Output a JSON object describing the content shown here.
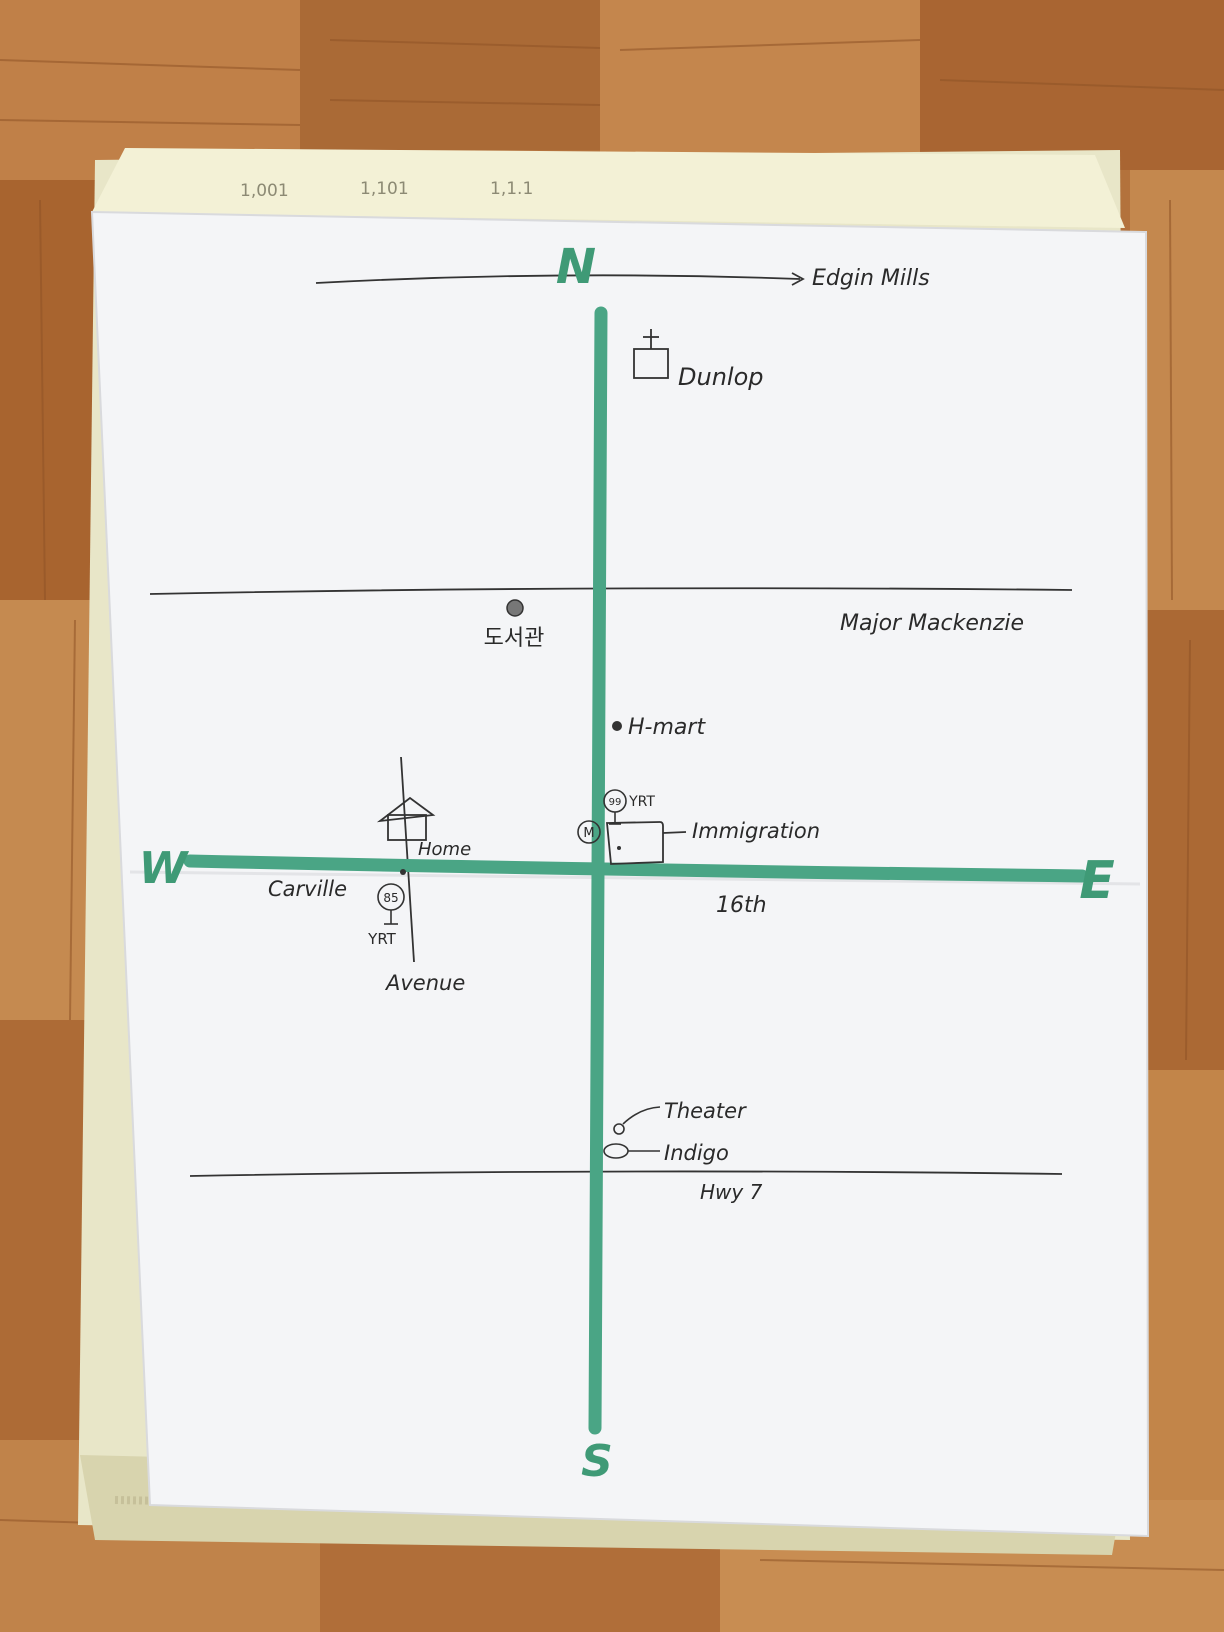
{
  "header_marks": [
    "1,001",
    "1,101",
    "1,1.1"
  ],
  "compass": {
    "north": "N",
    "south": "S",
    "west": "W",
    "east": "E"
  },
  "roads": {
    "top": "Edgin Mills",
    "upper": "Major Mackenzie",
    "cross": "16th",
    "lower": "Hwy 7",
    "side_top": "Carville",
    "side_bottom": "Avenue"
  },
  "places": {
    "church": "Dunlop",
    "library": "도서관",
    "mart": "H-mart",
    "home": "Home",
    "bus_stop_west_route": "85",
    "bus_stop_west_label": "YRT",
    "bus_stop_east_route": "99",
    "bus_stop_east_label": "YRT",
    "metro_symbol": "M",
    "immigration": "Immigration",
    "theater": "Theater",
    "indigo": "Indigo"
  },
  "colors": {
    "marker_green": "#4aa585",
    "pen_ink": "#2a2a2a",
    "paper": "#f4f5f7",
    "floor": "#b0703a"
  }
}
